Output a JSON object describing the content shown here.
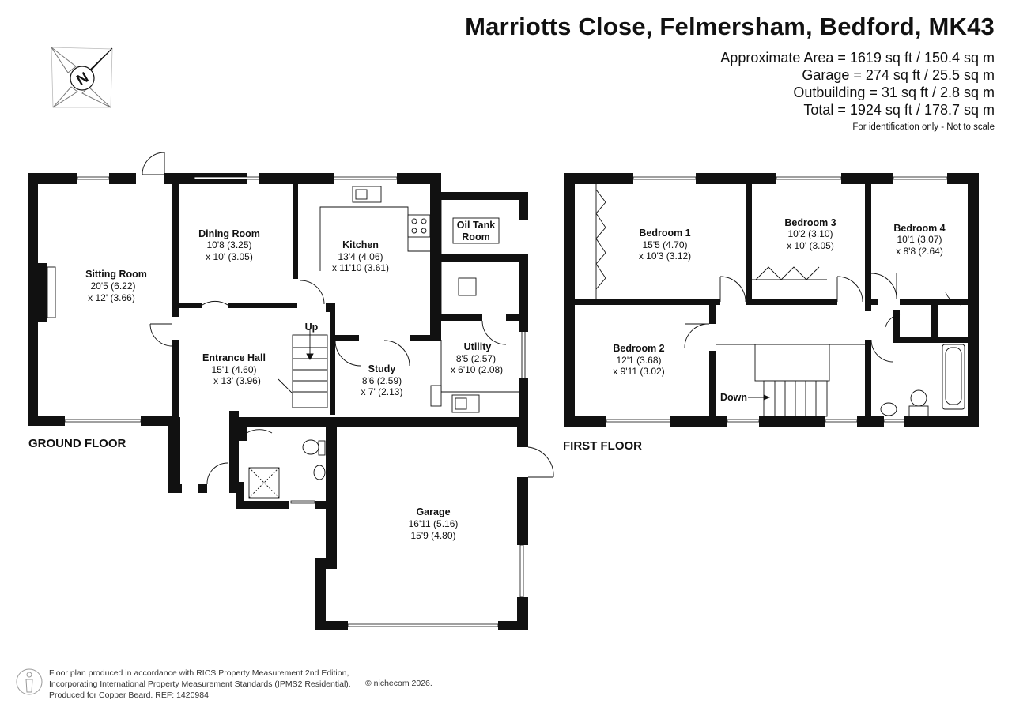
{
  "header": {
    "title": "Marriotts Close, Felmersham, Bedford, MK43",
    "areas": [
      "Approximate Area = 1619 sq ft / 150.4 sq m",
      "Garage = 274 sq ft / 25.5 sq m",
      "Outbuilding = 31 sq ft / 2.8 sq m",
      "Total = 1924 sq ft / 178.7 sq m"
    ],
    "note": "For identification only - Not to scale"
  },
  "compass": {
    "letter": "N"
  },
  "floors": {
    "ground": "GROUND FLOOR",
    "first": "FIRST FLOOR"
  },
  "rooms": {
    "sitting": {
      "name": "Sitting Room",
      "dim1": "20'5 (6.22)",
      "dim2": "x 12' (3.66)"
    },
    "dining": {
      "name": "Dining Room",
      "dim1": "10'8 (3.25)",
      "dim2": "x 10' (3.05)"
    },
    "kitchen": {
      "name": "Kitchen",
      "dim1": "13'4 (4.06)",
      "dim2": "x 11'10 (3.61)"
    },
    "oiltank": {
      "line1": "Oil Tank",
      "line2": "Room"
    },
    "entrance": {
      "name": "Entrance Hall",
      "dim1": "15'1 (4.60)",
      "dim2": "x 13' (3.96)"
    },
    "study": {
      "name": "Study",
      "dim1": "8'6 (2.59)",
      "dim2": "x 7' (2.13)"
    },
    "utility": {
      "name": "Utility",
      "dim1": "8'5 (2.57)",
      "dim2": "x 6'10 (2.08)"
    },
    "garage": {
      "name": "Garage",
      "dim1": "16'11 (5.16)",
      "dim2": "15'9 (4.80)"
    },
    "bed1": {
      "name": "Bedroom 1",
      "dim1": "15'5 (4.70)",
      "dim2": "x 10'3 (3.12)"
    },
    "bed2": {
      "name": "Bedroom 2",
      "dim1": "12'1 (3.68)",
      "dim2": "x 9'11 (3.02)"
    },
    "bed3": {
      "name": "Bedroom 3",
      "dim1": "10'2 (3.10)",
      "dim2": "x 10' (3.05)"
    },
    "bed4": {
      "name": "Bedroom 4",
      "dim1": "10'1 (3.07)",
      "dim2": "x 8'8 (2.64)"
    }
  },
  "stairs": {
    "up": "Up",
    "down": "Down"
  },
  "footer": {
    "lines": [
      "Floor plan produced in accordance with RICS Property Measurement 2nd Edition,",
      "Incorporating International Property Measurement Standards (IPMS2 Residential).",
      "Produced for Copper Beard.   REF:  1420984"
    ],
    "copyright": "© nichecom 2026."
  },
  "colors": {
    "wall": "#111111",
    "text": "#111111",
    "footer": "#333333"
  }
}
